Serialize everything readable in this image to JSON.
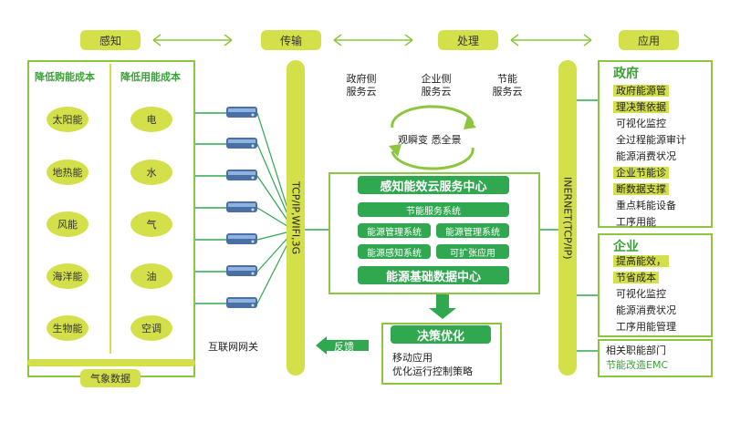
{
  "top_stages": [
    "感知",
    "传输",
    "处理",
    "应用"
  ],
  "sensing": {
    "left_header": "降低购能成本",
    "right_header": "降低用能成本",
    "left_items": [
      "太阳能",
      "地热能",
      "风能",
      "海洋能",
      "生物能"
    ],
    "right_items": [
      "电",
      "水",
      "气",
      "油",
      "空调"
    ],
    "bottom_label": "气象数据"
  },
  "gateway_label": "互联网网关",
  "transport_label": "TCP/IP,WIFI,3G",
  "internet_label": "INERNET(TCP/IP)",
  "clouds": [
    "政府侧\n服务云",
    "企业侧\n服务云",
    "节能\n服务云"
  ],
  "cycle_label": "观瞬变 悉全景",
  "center": {
    "title": "感知能效云服务中心",
    "row1": "节能服务系统",
    "row2": [
      "能源管理系统",
      "能源管理系统"
    ],
    "row3": [
      "能源感知系统",
      "可扩张应用"
    ],
    "bottom": "能源基础数据中心"
  },
  "decision": {
    "title": "决策优化",
    "lines": [
      "移动应用",
      "优化运行控制策略"
    ]
  },
  "feedback_label": "反馈",
  "gov": {
    "title": "政府",
    "items": [
      "政府能源管",
      "理决策依据",
      "可视化监控",
      "全过程能源审计",
      "能源消费状况",
      "企业节能诊",
      "断数据支撑",
      "重点耗能设备",
      "工序用能"
    ]
  },
  "ent": {
    "title": "企业",
    "items": [
      "提高能效，",
      "节省成本",
      "可视化监控",
      "能源消费状况",
      "工序用能管理"
    ]
  },
  "dept": {
    "line1": "相关职能部门",
    "line2": "节能改造EMC"
  },
  "colors": {
    "lime": "#d3e04a",
    "green": "#2fa84f",
    "border": "#8cc63f",
    "title_green": "#3aa335"
  }
}
